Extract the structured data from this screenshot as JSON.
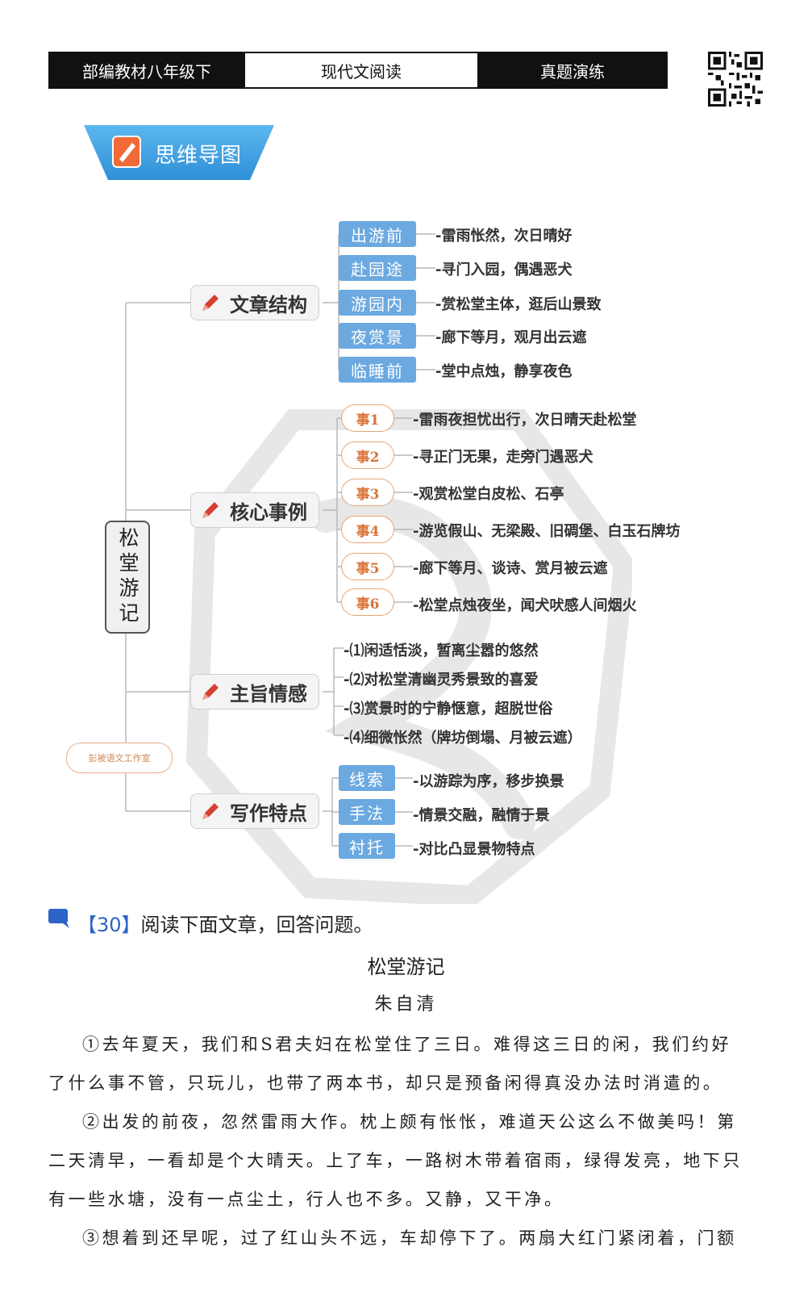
{
  "header": {
    "left": "部编教材八年级下",
    "middle": "现代文阅读",
    "right": "真题演练"
  },
  "ribbon": {
    "label": "思维导图"
  },
  "mindmap": {
    "root": "松堂游记",
    "categories": [
      {
        "label": "文章结构",
        "subs": [
          {
            "tag": "出游前",
            "text": "-雷雨怅然，次日晴好"
          },
          {
            "tag": "赴园途",
            "text": "-寻门入园，偶遇恶犬"
          },
          {
            "tag": "游园内",
            "text": "-赏松堂主体，逛后山景致"
          },
          {
            "tag": "夜赏景",
            "text": "-廊下等月，观月出云遮"
          },
          {
            "tag": "临睡前",
            "text": "-堂中点烛，静享夜色"
          }
        ]
      },
      {
        "label": "核心事例",
        "subs": [
          {
            "tag": "事1",
            "text": "-雷雨夜担忧出行，次日晴天赴松堂"
          },
          {
            "tag": "事2",
            "text": "-寻正门无果，走旁门遇恶犬"
          },
          {
            "tag": "事3",
            "text": "-观赏松堂白皮松、石亭"
          },
          {
            "tag": "事4",
            "text": "-游览假山、无梁殿、旧碉堡、白玉石牌坊"
          },
          {
            "tag": "事5",
            "text": "-廊下等月、谈诗、赏月被云遮"
          },
          {
            "tag": "事6",
            "text": "-松堂点烛夜坐，闻犬吠感人间烟火"
          }
        ]
      },
      {
        "label": "主旨情感",
        "items": [
          "-⑴闲适恬淡，暂离尘嚣的悠然",
          "-⑵对松堂清幽灵秀景致的喜爱",
          "-⑶赏景时的宁静惬意，超脱世俗",
          "-⑷细微怅然（牌坊倒塌、月被云遮）"
        ]
      },
      {
        "label": "写作特点",
        "subs": [
          {
            "tag": "线索",
            "text": "-以游踪为序，移步换景"
          },
          {
            "tag": "手法",
            "text": "-情景交融，融情于景"
          },
          {
            "tag": "衬托",
            "text": "-对比凸显景物特点"
          }
        ]
      }
    ],
    "stamp_note": "彭被语文工作室"
  },
  "question": {
    "number": "30",
    "open_bracket": "【",
    "close_bracket": "】",
    "prompt": "阅读下面文章，回答问题。"
  },
  "article": {
    "title": "松堂游记",
    "author": "朱自清",
    "lines": [
      "①去年夏天，我们和S君夫妇在松堂住了三日。难得这三日的闲，我们约好",
      "了什么事不管，只玩儿，也带了两本书，却只是预备闲得真没办法时消遣的。",
      "②出发的前夜，忽然雷雨大作。枕上颇有怅怅，难道天公这么不做美吗！第",
      "二天清早，一看却是个大晴天。上了车，一路树木带着宿雨，绿得发亮，地下只",
      "有一些水塘，没有一点尘土，行人也不多。又静，又干净。",
      "③想着到还早呢，过了红山头不远，车却停下了。两扇大红门紧闭着，门额"
    ]
  },
  "colors": {
    "header_dark": "#111111",
    "ribbon_blue": "#3b9fe0",
    "tag_blue": "#6ba9e0",
    "tag_orange": "#d9743a",
    "pen_red": "#d64033",
    "question_blue": "#2d64c8"
  }
}
